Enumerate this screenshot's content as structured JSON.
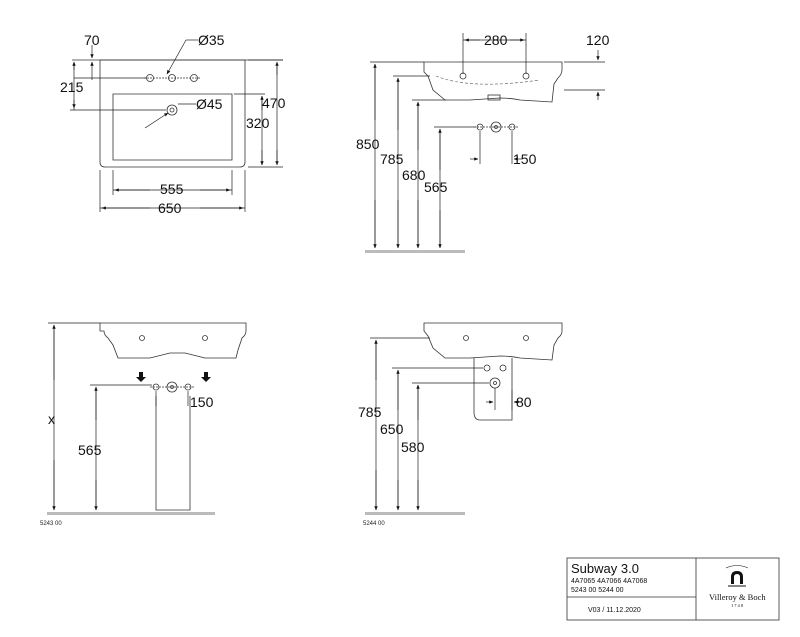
{
  "top_view": {
    "dims": {
      "d70": "70",
      "d35": "Ø35",
      "d215": "215",
      "d45": "Ø45",
      "d470": "470",
      "d320": "320",
      "d555": "555",
      "d650": "650"
    }
  },
  "side_view": {
    "dims": {
      "d280": "280",
      "d120": "120",
      "d850": "850",
      "d785": "785",
      "d680": "680",
      "d565": "565",
      "d150": "150"
    }
  },
  "pedestal_view": {
    "dims": {
      "dx": "x",
      "d565": "565",
      "d150": "150"
    },
    "code": "5243 00"
  },
  "semi_pedestal_view": {
    "dims": {
      "d785": "785",
      "d650": "650",
      "d580": "580",
      "d80": "80"
    },
    "code": "5244 00"
  },
  "title_block": {
    "title": "Subway 3.0",
    "codes_line1": "4A7065  4A7066  4A7068",
    "codes_line2": "5243 00   5244 00",
    "revision": "V03 / 11.12.2020",
    "brand": "Villeroy & Boch",
    "brand_year": "1748"
  }
}
